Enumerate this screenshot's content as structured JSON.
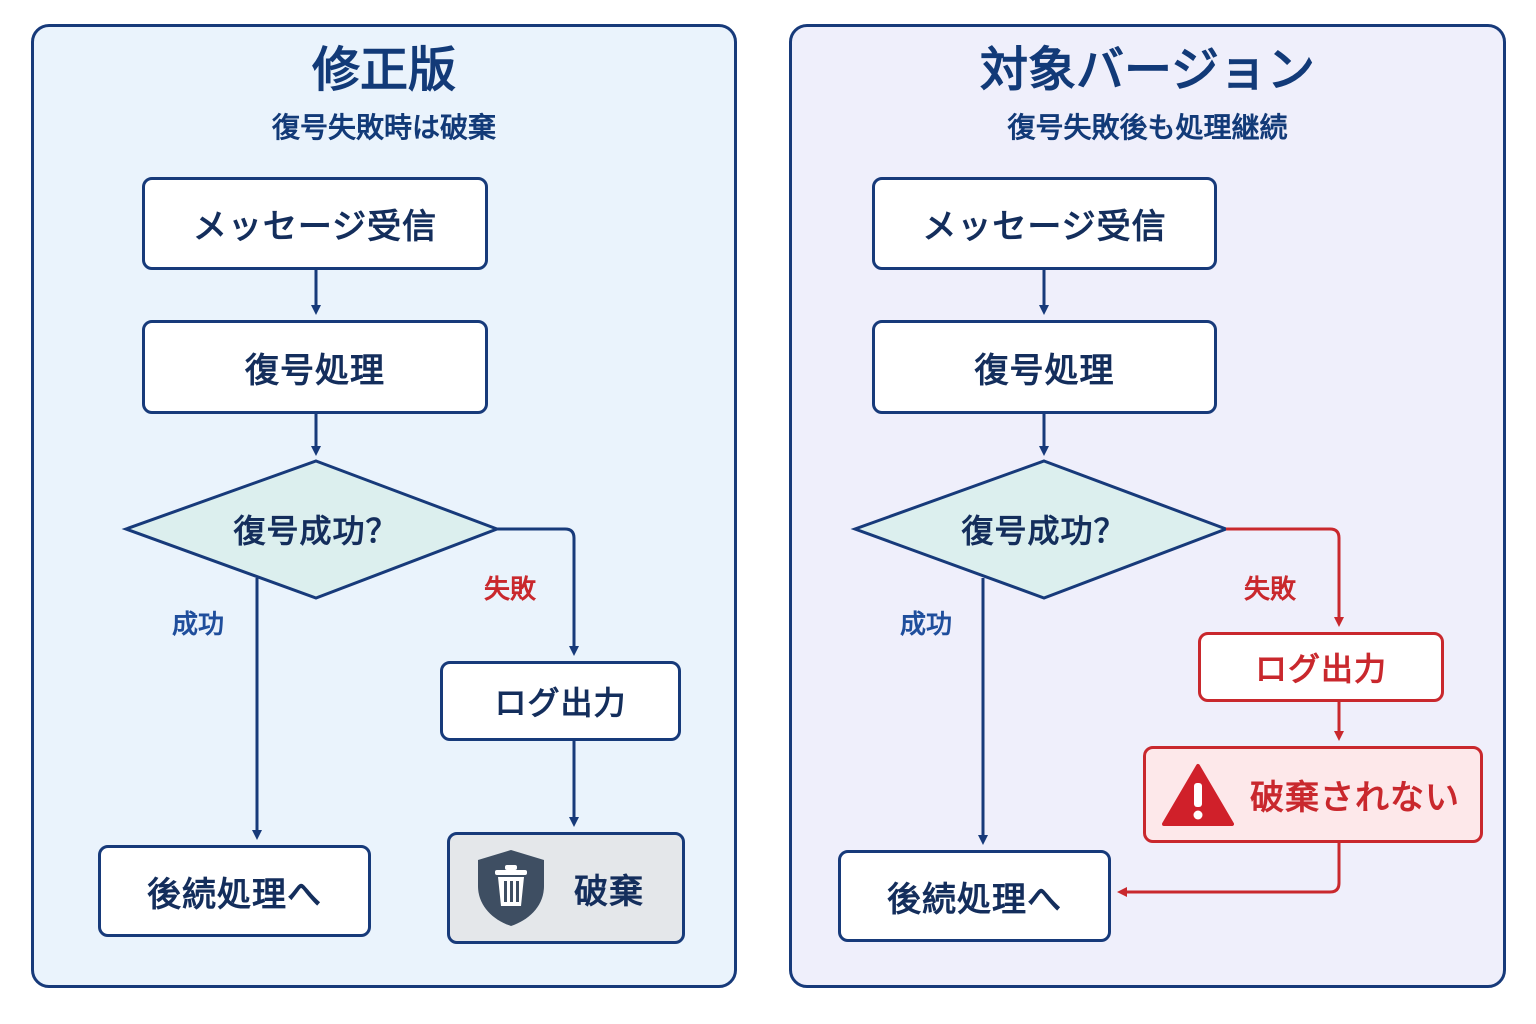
{
  "left": {
    "title": "修正版",
    "subtitle": "復号失敗時は破棄",
    "receive": "メッセージ受信",
    "decrypt": "復号処理",
    "decision": "復号成功？",
    "success_label": "成功",
    "failure_label": "失敗",
    "log": "ログ出力",
    "discard": "破棄",
    "next": "後続処理へ"
  },
  "right": {
    "title": "対象バージョン",
    "subtitle": "復号失敗後も処理継続",
    "receive": "メッセージ受信",
    "decrypt": "復号処理",
    "decision": "復号成功？",
    "success_label": "成功",
    "failure_label": "失敗",
    "log": "ログ出力",
    "not_discarded": "破棄されない",
    "next": "後続処理へ"
  },
  "colors": {
    "navy": "#173a7a",
    "red": "#c9282d",
    "left_bg": "#eaf3fc",
    "right_bg": "#efeffb",
    "diamond_fill": "#dcefee"
  },
  "icons": {
    "discard": "trash-shield-icon",
    "warning": "warning-triangle-icon"
  }
}
